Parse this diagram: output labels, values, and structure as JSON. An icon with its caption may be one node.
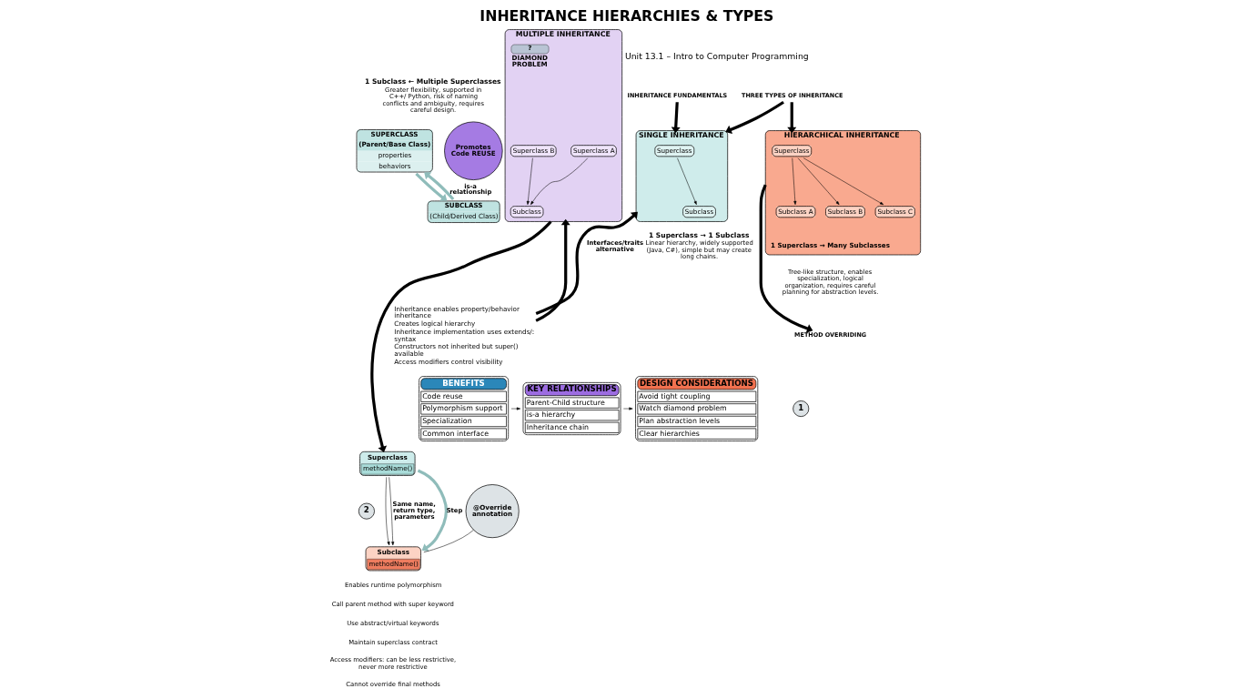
{
  "diagram": {
    "title": "INHERITANCE HIERARCHIES & TYPES",
    "nodes": [
      {
        "text": [
          "INHERITANCE FUNDAMENTALS"
        ]
      },
      {
        "text": [
          "SUPERCLASS",
          "(Parent/Base Class)",
          "properties",
          "behaviors"
        ]
      },
      {
        "text": [
          "SUBCLASS",
          "(Child/Derived Class)"
        ]
      },
      {
        "text": [
          "Promotes Code REUSE"
        ]
      },
      {
        "text": [
          "THREE TYPES OF INHERITANCE"
        ]
      },
      {
        "text": [
          "SINGLE INHERITANCE"
        ],
        "beside": [
          "1 Superclass → 1 Subclass",
          "Linear hierarchy, widely supported (Java, C#), simple but may create long chains."
        ]
      },
      {
        "text": [
          "Superclass"
        ],
        "in": 5
      },
      {
        "text": [
          "Subclass"
        ],
        "in": 5
      },
      {
        "text": [
          "MULTIPLE INHERITANCE"
        ],
        "beside": [
          "1 Subclass ← Multiple Superclasses",
          "Greater flexibility, supported in C++/ Python, risk of naming conflicts and ambiguity, requires careful design."
        ]
      },
      {
        "text": [
          "Superclass A"
        ],
        "in": 8
      },
      {
        "text": [
          "Superclass B"
        ],
        "in": 8
      },
      {
        "text": [
          "Subclass"
        ],
        "in": 8
      },
      {
        "text": [
          "?",
          "DIAMOND PROBLEM"
        ],
        "in": 8
      },
      {
        "text": [
          "HIERARCHICAL INHERITANCE",
          "1 Superclass → Many Subclasses"
        ],
        "beside": [
          "Tree-like structure, enables specialization, logical organization, requires careful planning for abstraction levels."
        ]
      },
      {
        "text": [
          "Superclass"
        ],
        "in": 13
      },
      {
        "text": [
          "Subclass A"
        ],
        "in": 13
      },
      {
        "text": [
          "Subclass B"
        ],
        "in": 13
      },
      {
        "text": [
          "Subclass C"
        ],
        "in": 13
      },
      {
        "text": [
          "Inheritance enables property/behavior inheritance",
          "Creates logical hierarchy",
          "Inheritance implementation uses extends/: syntax",
          "Constructors not inherited but super() available",
          "Access modifiers control visibility"
        ]
      },
      {
        "text": [
          "METHOD OVERRIDING"
        ]
      },
      {
        "text": [
          "1"
        ]
      },
      {
        "text": [
          "Superclass",
          "methodName()"
        ]
      },
      {
        "text": [
          "2"
        ]
      },
      {
        "text": [
          "Subclass",
          "methodName()"
        ]
      },
      {
        "text": [
          "@Override annotation"
        ]
      },
      {
        "text": [
          "BENEFITS",
          "Code reuse",
          "Polymorphism support",
          "Specialization",
          "Common interface"
        ]
      },
      {
        "text": [
          "KEY RELATIONSHIPS",
          "Parent-Child structure",
          "is-a hierarchy",
          "Inheritance chain"
        ]
      },
      {
        "text": [
          "DESIGN CONSIDERATIONS",
          "Avoid tight coupling",
          "Watch diamond problem",
          "Plan abstraction levels",
          "Clear hierarchies"
        ]
      }
    ],
    "edges": [
      {
        "from": 0,
        "to": 5,
        "arrow": "to",
        "style": "thick"
      },
      {
        "from": 4,
        "to": 5,
        "arrow": "to",
        "style": "thick"
      },
      {
        "from": 4,
        "to": 13,
        "arrow": "to",
        "style": "thick"
      },
      {
        "from": 1,
        "to": 2,
        "arrow": "to",
        "style": "thick",
        "color": "#8fbcba"
      },
      {
        "from": 2,
        "to": 1,
        "arrow": "to",
        "label": "is-a relationship",
        "style": "thick",
        "color": "#8fbcba"
      },
      {
        "from": 6,
        "to": 7,
        "arrow": "to"
      },
      {
        "from": 9,
        "to": 11,
        "arrow": "to"
      },
      {
        "from": 10,
        "to": 11,
        "arrow": "to"
      },
      {
        "from": 14,
        "to": 15,
        "arrow": "to"
      },
      {
        "from": 14,
        "to": 16,
        "arrow": "to"
      },
      {
        "from": 14,
        "to": 17,
        "arrow": "to"
      },
      {
        "from": 18,
        "to": 5,
        "arrow": "to",
        "label": "Interfaces/traits alternative",
        "style": "thick"
      },
      {
        "from": 18,
        "to": 8,
        "arrow": "to",
        "style": "thick"
      },
      {
        "from": 8,
        "to": 21,
        "arrow": "to",
        "style": "thick"
      },
      {
        "from": 13,
        "to": 19,
        "arrow": "to",
        "style": "thick"
      },
      {
        "from": 21,
        "to": 23,
        "arrow": "to"
      },
      {
        "from": 21,
        "to": 23,
        "arrow": "to",
        "label": "Same name, return type, parameters"
      },
      {
        "from": 21,
        "to": 23,
        "arrow": "to",
        "label": "Step",
        "style": "thick",
        "color": "#8fbcba"
      },
      {
        "from": 24,
        "to": 23,
        "arrow": "none"
      },
      {
        "from": 25,
        "to": 26,
        "arrow": "to"
      },
      {
        "from": 26,
        "to": 27,
        "arrow": "to"
      }
    ],
    "labels": [
      "Unit 13.1 – Intro to Computer Programming",
      "Enables runtime polymorphism",
      "Call parent method with super keyword",
      "Use abstract/virtual keywords",
      "Maintain superclass contract",
      "Access modifiers: can be less restrictive, never more restrictive",
      "Cannot override final methods"
    ]
  }
}
